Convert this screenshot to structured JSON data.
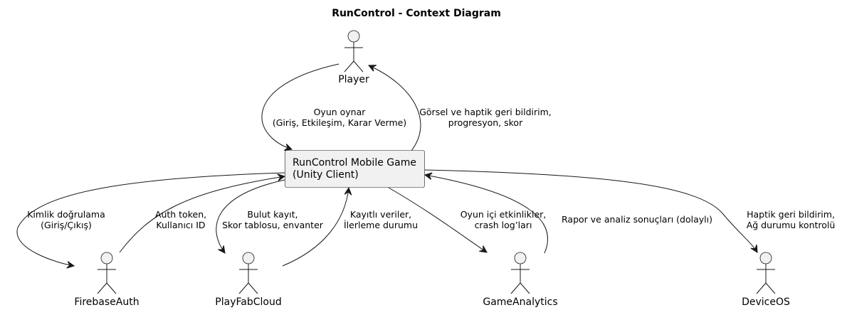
{
  "title": "RunControl - Context Diagram",
  "system": {
    "line1": "RunControl Mobile Game",
    "line2": "(Unity Client)"
  },
  "actors": {
    "player": "Player",
    "firebase": "FirebaseAuth",
    "playfab": "PlayFabCloud",
    "analytics": "GameAnalytics",
    "deviceos": "DeviceOS"
  },
  "edges": {
    "player_to_game": [
      "Oyun oynar",
      "(Giriş, Etkileşim, Karar Verme)"
    ],
    "game_to_player": [
      "Görsel ve haptik geri bildirim,",
      "progresyon, skor"
    ],
    "game_to_firebase": [
      "Kimlik doğrulama",
      "(Giriş/Çıkış)"
    ],
    "firebase_to_game": [
      "Auth token,",
      "Kullanıcı ID"
    ],
    "game_to_playfab": [
      "Bulut kayıt,",
      "Skor tablosu, envanter"
    ],
    "playfab_to_game": [
      "Kayıtlı veriler,",
      "İlerleme durumu"
    ],
    "game_to_analytics": [
      "Oyun içi etkinlikler,",
      "crash log’ları"
    ],
    "analytics_to_game": [
      "Rapor ve analiz sonuçları (dolaylı)"
    ],
    "game_to_deviceos": [
      "Haptik geri bildirim,",
      "Ağ durumu kontrolü"
    ]
  }
}
